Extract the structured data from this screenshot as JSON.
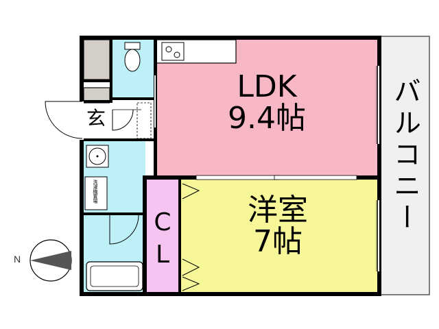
{
  "rooms": {
    "ldk": {
      "name": "LDK",
      "size": "9.4帖"
    },
    "western": {
      "name": "洋室",
      "size": "7帖"
    },
    "closet": {
      "line1": "C",
      "line2": "L"
    },
    "entrance": {
      "label": "玄"
    },
    "balcony": {
      "label": "バルコニー"
    },
    "washer": {
      "label": "洗濯機置場"
    }
  },
  "compass": {
    "label": "N"
  },
  "colors": {
    "ldk": "#f7b7c5",
    "western": "#f7f799",
    "closet": "#f7c3f0",
    "wet_area": "#bdf0f7",
    "storage": "#d3cfc8",
    "balcony": "#f0f0f0",
    "wall": "#000000"
  }
}
